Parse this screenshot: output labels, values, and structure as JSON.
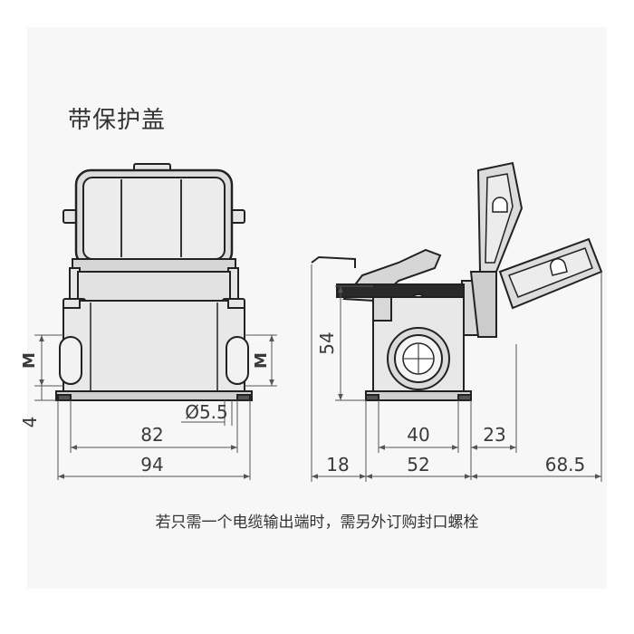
{
  "title": "带保护盖",
  "footnote": "若只需一个电缆输出端时，需另外订购封口螺栓",
  "dimensions": {
    "d54": "54",
    "d82": "82",
    "d94": "94",
    "d5_5": "Ø5.5",
    "d4": "4",
    "m_left": "M",
    "m_right": "M",
    "d40": "40",
    "d23": "23",
    "d18": "18",
    "d52": "52",
    "d68_5": "68.5"
  },
  "colors": {
    "body_fill": "#e6e6e6",
    "outline": "#222222",
    "dim_line": "#555555",
    "text": "#3a3a3a"
  }
}
